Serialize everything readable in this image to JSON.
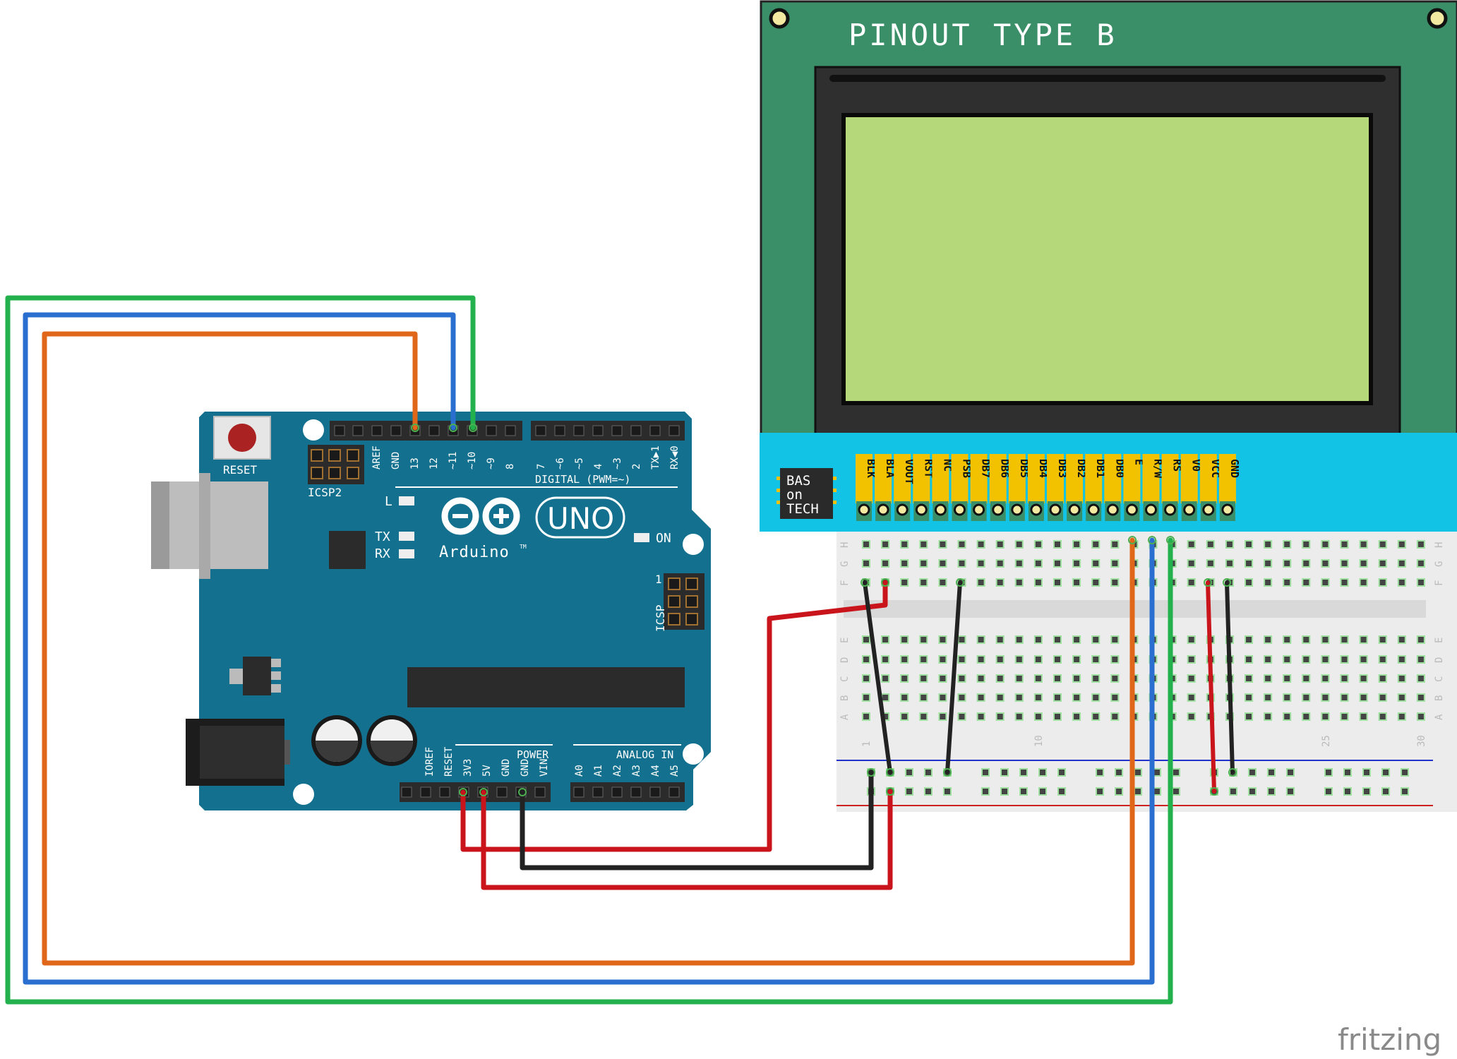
{
  "title": "PINOUT TYPE B",
  "brand": "fritzing",
  "lcd": {
    "logo": [
      "BAS",
      "on",
      "TECH"
    ],
    "pins": [
      "BLK",
      "BLA",
      "VOUT",
      "RST",
      "NC",
      "PSB",
      "DB7",
      "DB6",
      "DB5",
      "DB4",
      "DB3",
      "DB2",
      "DB1",
      "DB0",
      "E",
      "R/W",
      "RS",
      "V0",
      "VCC",
      "GND"
    ]
  },
  "arduino": {
    "reset_label": "RESET",
    "icsp2_label": "ICSP2",
    "icsp_label": "ICSP",
    "icsp_pin1": "1",
    "digital_label": "DIGITAL (PWM=~)",
    "digital_pins_left": [
      "AREF",
      "GND",
      "13",
      "12",
      "~11",
      "~10",
      "~9",
      "8"
    ],
    "digital_pins_right": [
      "7",
      "~6",
      "~5",
      "4",
      "~3",
      "2",
      "TX▶1",
      "RX◀0"
    ],
    "led_l": "L",
    "led_tx": "TX",
    "led_rx": "RX",
    "led_on": "ON",
    "uno_label": "UNO",
    "brand_label": "Arduino",
    "trademark": "TM",
    "power_label": "POWER",
    "analog_label": "ANALOG IN",
    "power_pins": [
      "IOREF",
      "RESET",
      "3V3",
      "5V",
      "GND",
      "GND",
      "VIN"
    ],
    "analog_pins": [
      "A0",
      "A1",
      "A2",
      "A3",
      "A4",
      "A5"
    ]
  },
  "breadboard": {
    "rows_top": [
      "H",
      "G",
      "F"
    ],
    "rows_bottom": [
      "E",
      "D",
      "C",
      "B",
      "A"
    ],
    "col_numbers": [
      "1",
      "10",
      "25",
      "30"
    ]
  },
  "colors": {
    "wire_green": "#22b14c",
    "wire_blue": "#2a6fcf",
    "wire_orange": "#e0661a",
    "wire_red": "#c8141a",
    "wire_black": "#222222",
    "arduino_body": "#13708e",
    "lcd_pcb": "#3a8f68",
    "lcd_screen": "#b5d87a",
    "pin_header": "#12c3e6",
    "pin_label_bg": "#f2c200"
  }
}
